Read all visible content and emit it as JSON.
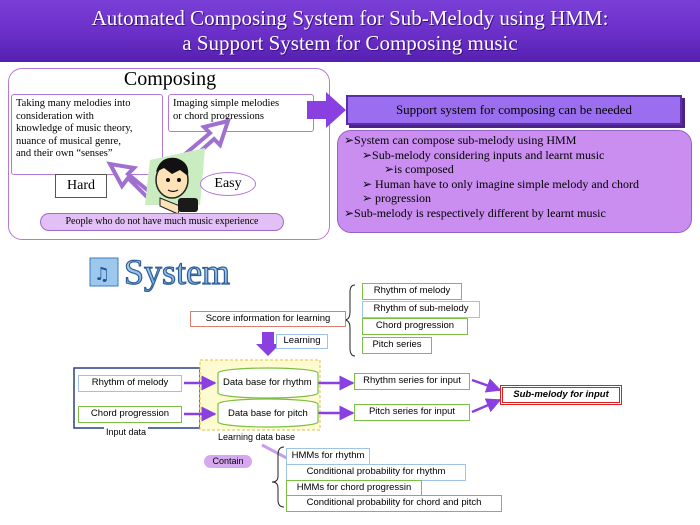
{
  "title": {
    "line1": "Automated Composing System for Sub-Melody using HMM:",
    "line2": "a Support System for Composing music"
  },
  "composing": {
    "heading": "Composing",
    "hard_text": [
      "Taking many melodies into",
      "consideration with",
      "knowledge of music theory,",
      "nuance of musical genre,",
      "and their own “senses”"
    ],
    "easy_text": [
      "Imaging simple melodies",
      "or chord progressions"
    ],
    "hard_label": "Hard",
    "easy_label": "Easy",
    "people_label": "People who do not have much music experience"
  },
  "support": {
    "headline": "Support system for composing can be needed",
    "lines": [
      "➢System can compose sub-melody using HMM",
      "➢Sub-melody considering inputs and learnt music",
      "➢is composed",
      "➢ Human have to only imagine simple melody and chord",
      "➢    progression",
      "➢Sub-melody is respectively different by learnt music"
    ]
  },
  "system": {
    "heading": "System",
    "score_info": "Score information for learning",
    "learning_items": [
      "Rhythm of melody",
      "Rhythm of sub-melody",
      "Chord progression",
      "Pitch series"
    ],
    "learning_label": "Learning",
    "inputs": [
      "Rhythm of melody",
      "Chord progression"
    ],
    "input_data_label": "Input data",
    "databases": [
      "Data base for rhythm",
      "Data base for pitch"
    ],
    "learning_db_label": "Learning data base",
    "series": [
      "Rhythm series for input",
      "Pitch series for input"
    ],
    "output": "Sub-melody for input",
    "contain_label": "Contain",
    "contain_items": [
      "HMMs for rhythm",
      "Conditional probability for rhythm",
      "HMMs for chord progressin",
      "Conditional probability for chord and pitch"
    ]
  },
  "colors": {
    "banner": "#6a2fc8",
    "support_box": "#9b6ef0",
    "support_detail": "#c98ef0",
    "arrow_purple": "#8a3fe0",
    "border_green": "#7cc043",
    "border_blue": "#9fc3e8",
    "border_red": "#e02020"
  }
}
